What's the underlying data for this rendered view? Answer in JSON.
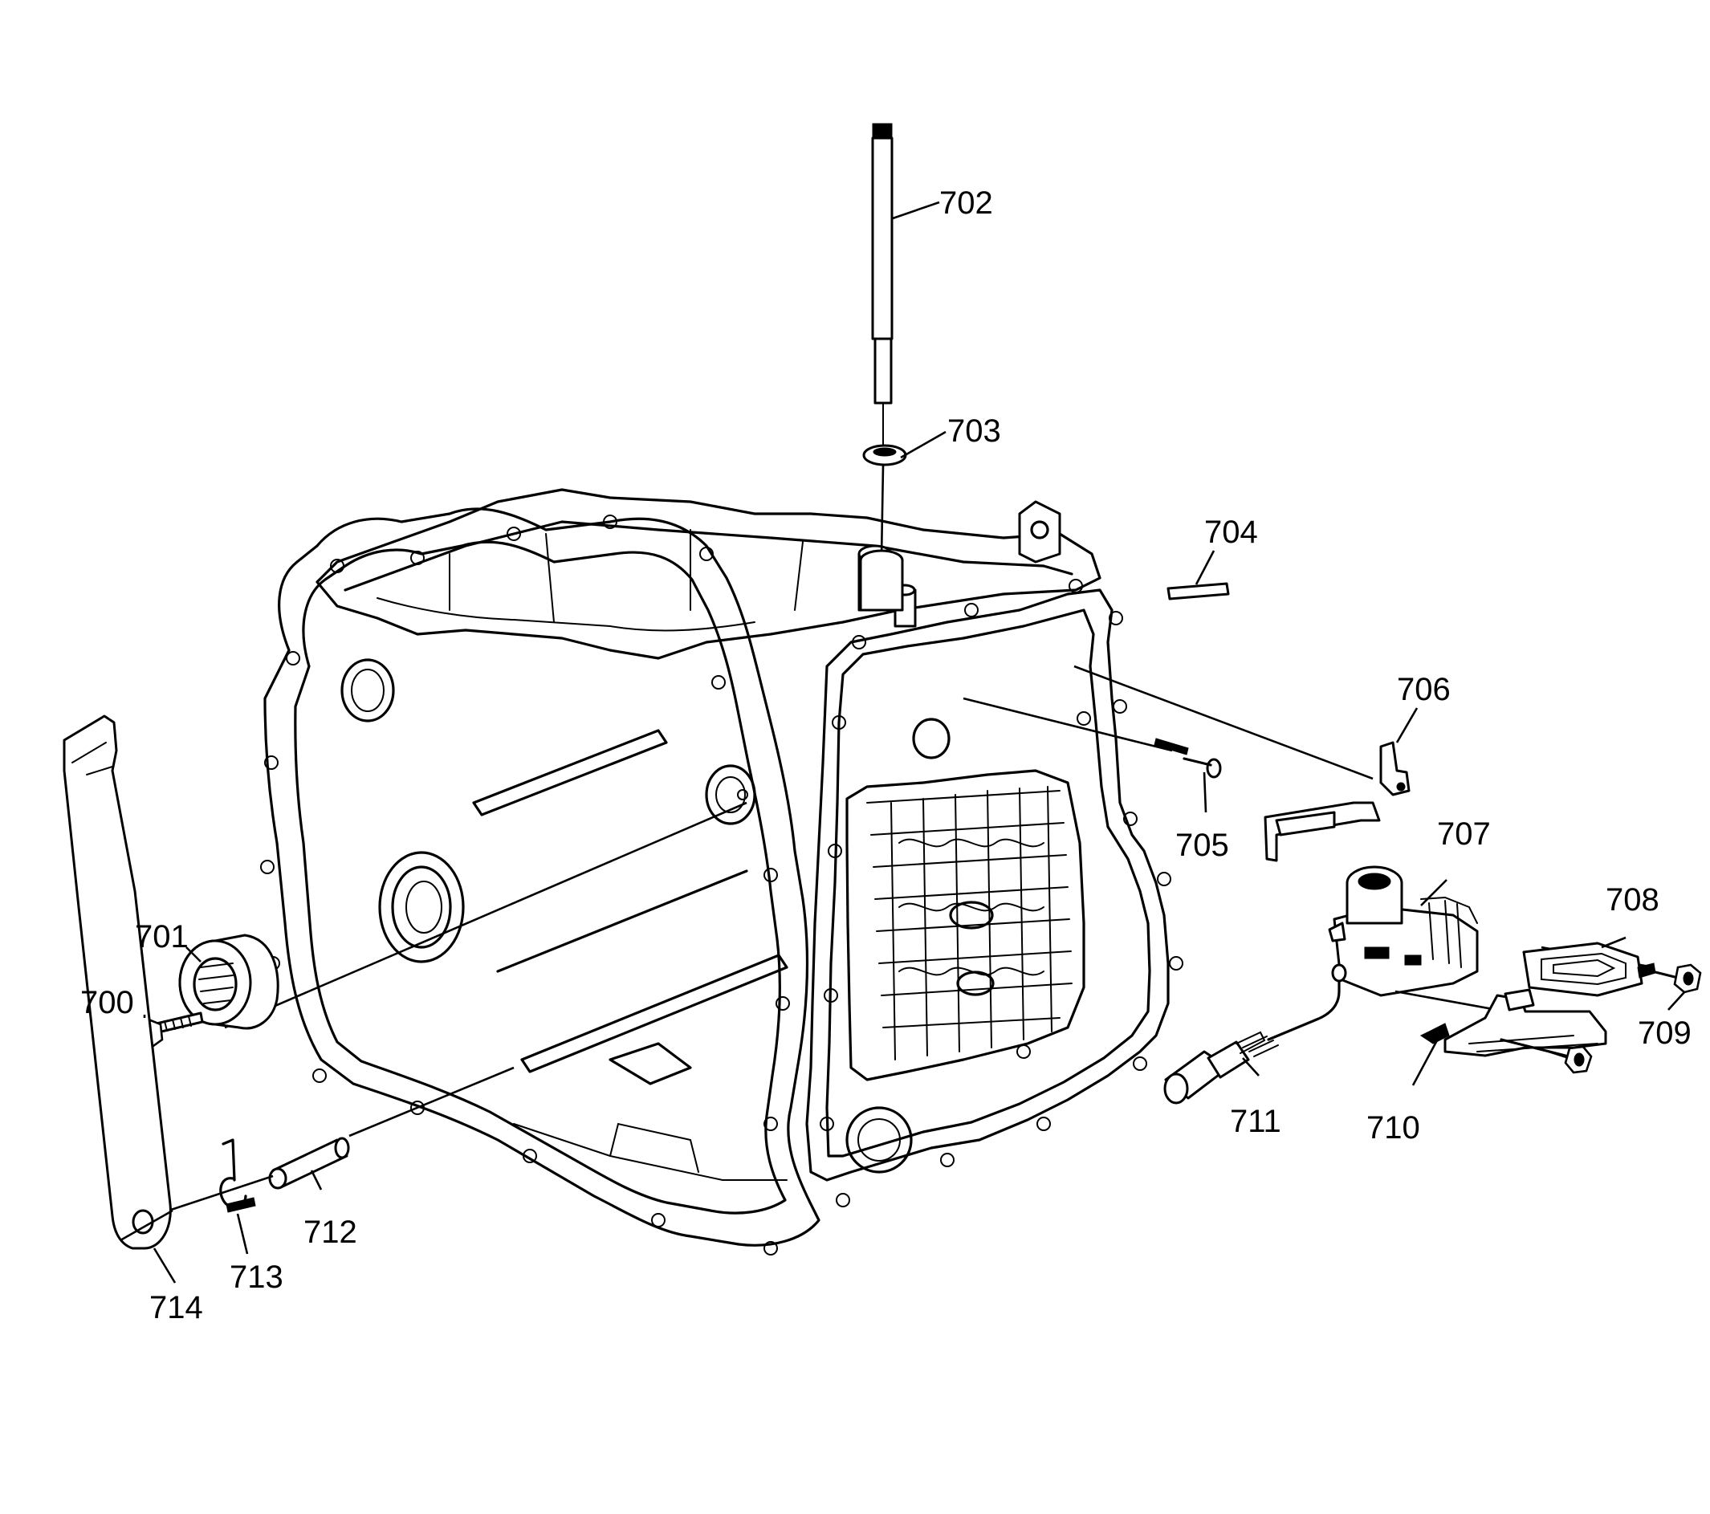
{
  "diagram": {
    "callouts": [
      {
        "id": "700",
        "text": "700"
      },
      {
        "id": "701",
        "text": "701"
      },
      {
        "id": "702",
        "text": "702"
      },
      {
        "id": "703",
        "text": "703"
      },
      {
        "id": "704",
        "text": "704"
      },
      {
        "id": "705",
        "text": "705"
      },
      {
        "id": "706",
        "text": "706"
      },
      {
        "id": "707",
        "text": "707"
      },
      {
        "id": "708",
        "text": "708"
      },
      {
        "id": "709",
        "text": "709"
      },
      {
        "id": "710",
        "text": "710"
      },
      {
        "id": "711",
        "text": "711"
      },
      {
        "id": "712",
        "text": "712"
      },
      {
        "id": "713",
        "text": "713"
      },
      {
        "id": "714",
        "text": "714"
      }
    ],
    "colors": {
      "line": "#000000",
      "background": "#ffffff"
    }
  }
}
